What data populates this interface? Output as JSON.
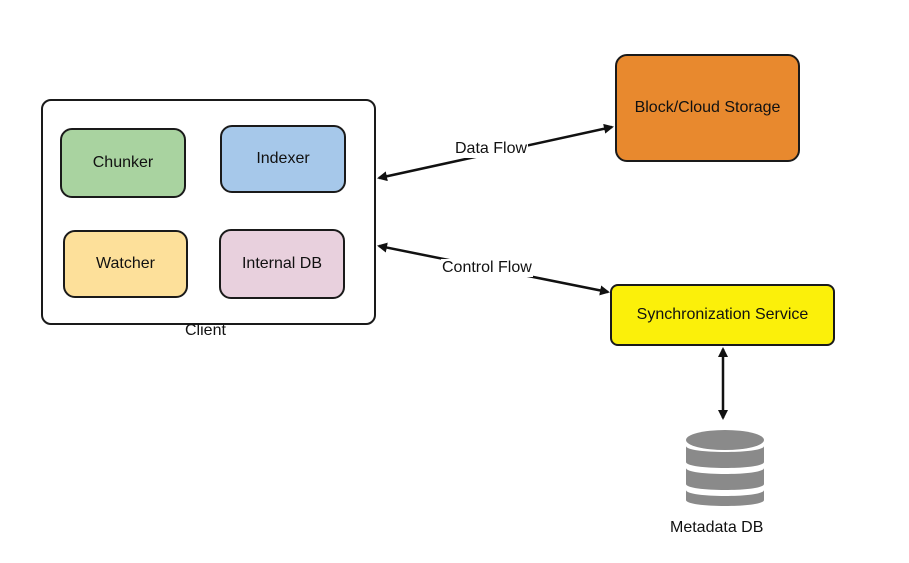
{
  "client": {
    "label": "Client",
    "components": [
      {
        "label": "Chunker",
        "color": "#a9d3a0"
      },
      {
        "label": "Indexer",
        "color": "#a6c8ea"
      },
      {
        "label": "Watcher",
        "color": "#fde09a"
      },
      {
        "label": "Internal DB",
        "color": "#e8d0dd"
      }
    ]
  },
  "storage": {
    "label": "Block/Cloud Storage",
    "color": "#e8892e"
  },
  "sync_service": {
    "label": "Synchronization Service",
    "color": "#fbf00a"
  },
  "metadata_db": {
    "label": "Metadata DB",
    "icon": "database-icon",
    "color": "#8a8a8a"
  },
  "flows": {
    "data_flow": "Data Flow",
    "control_flow": "Control Flow"
  }
}
